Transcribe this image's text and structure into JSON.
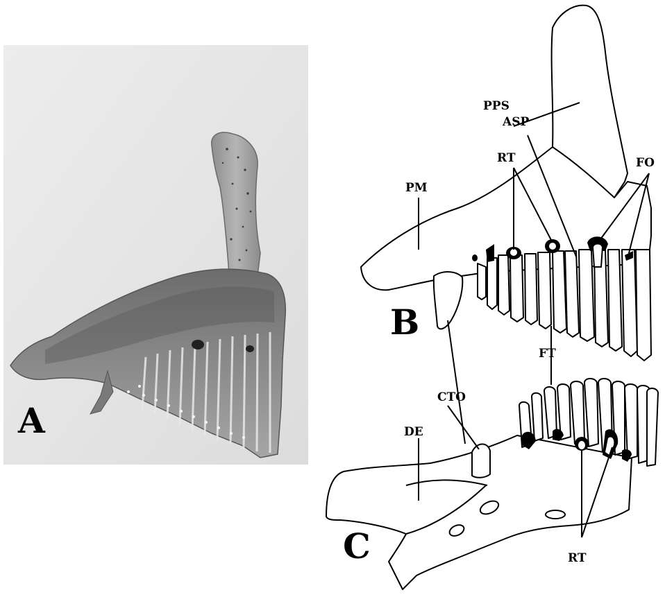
{
  "panels": {
    "a": "A",
    "b": "B",
    "c": "C"
  },
  "labels": {
    "pps": "PPS",
    "asp": "ASP",
    "rt_upper": "RT",
    "fo": "FO",
    "pm": "PM",
    "ft": "FT",
    "cto": "CTO",
    "de": "DE",
    "rt_lower": "RT"
  }
}
